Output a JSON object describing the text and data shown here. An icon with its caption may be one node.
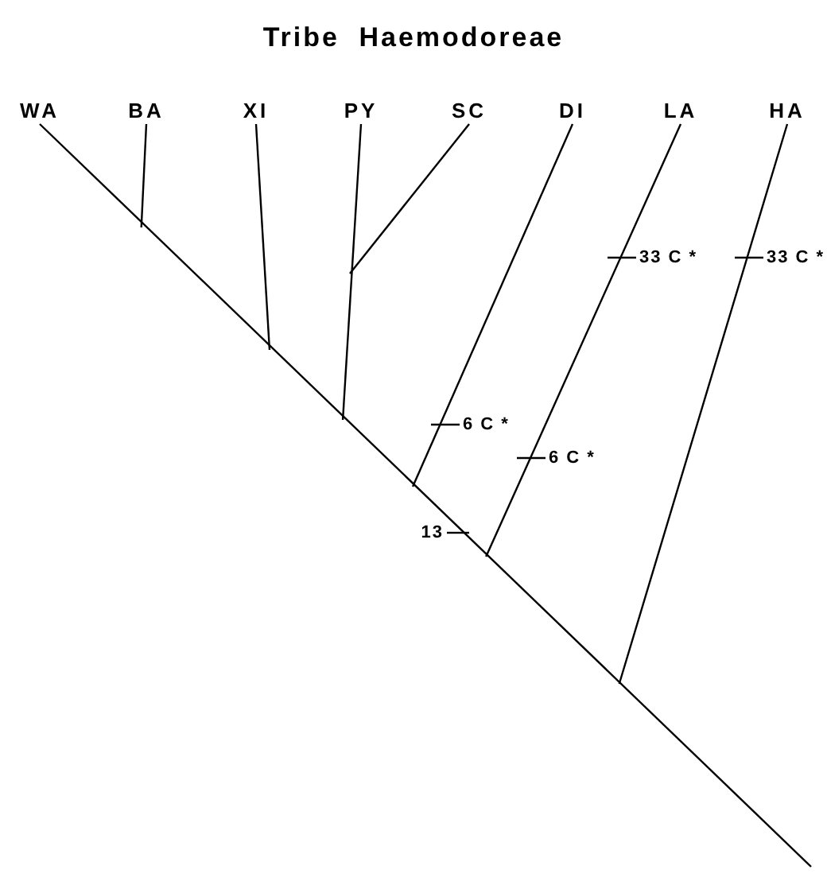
{
  "diagram": {
    "title": "Tribe Haemodoreae",
    "nodes": [
      {
        "text": [
          "WA"
        ]
      },
      {
        "text": [
          "BA"
        ]
      },
      {
        "text": [
          "XI"
        ]
      },
      {
        "text": [
          "PY"
        ]
      },
      {
        "text": [
          "SC"
        ]
      },
      {
        "text": [
          "DI"
        ]
      },
      {
        "text": [
          "LA"
        ]
      },
      {
        "text": [
          "HA"
        ]
      }
    ],
    "edges": [
      {
        "from": 0,
        "to": null,
        "arrow": "none"
      },
      {
        "from": 1,
        "to": null,
        "arrow": "none"
      },
      {
        "from": 2,
        "to": null,
        "arrow": "none"
      },
      {
        "from": 3,
        "to": null,
        "arrow": "none"
      },
      {
        "from": 4,
        "to": null,
        "arrow": "none"
      },
      {
        "from": 5,
        "to": null,
        "arrow": "none"
      },
      {
        "from": 6,
        "to": null,
        "arrow": "none"
      },
      {
        "from": 7,
        "to": null,
        "arrow": "none"
      }
    ],
    "labels": [
      "33 C *",
      "33 C *",
      "6 C *",
      "6 C *",
      "13"
    ]
  }
}
